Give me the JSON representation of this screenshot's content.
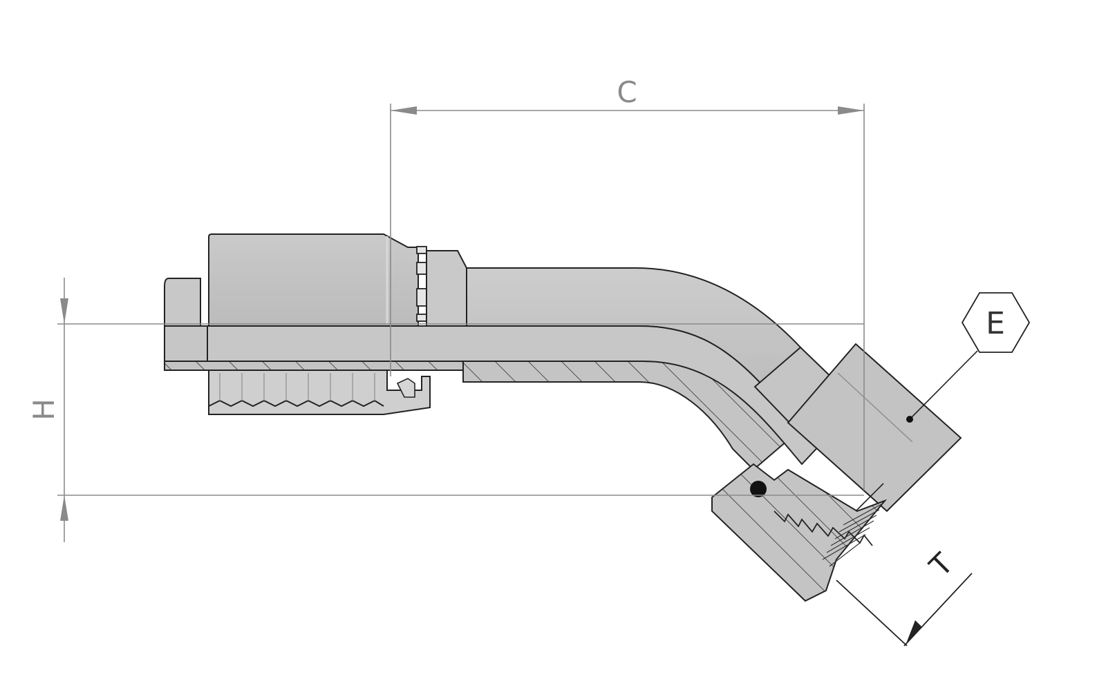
{
  "diagram": {
    "dimensions": {
      "c_label": "C",
      "h_label": "H",
      "t_label": "T"
    },
    "callout": {
      "e_label": "E"
    }
  }
}
